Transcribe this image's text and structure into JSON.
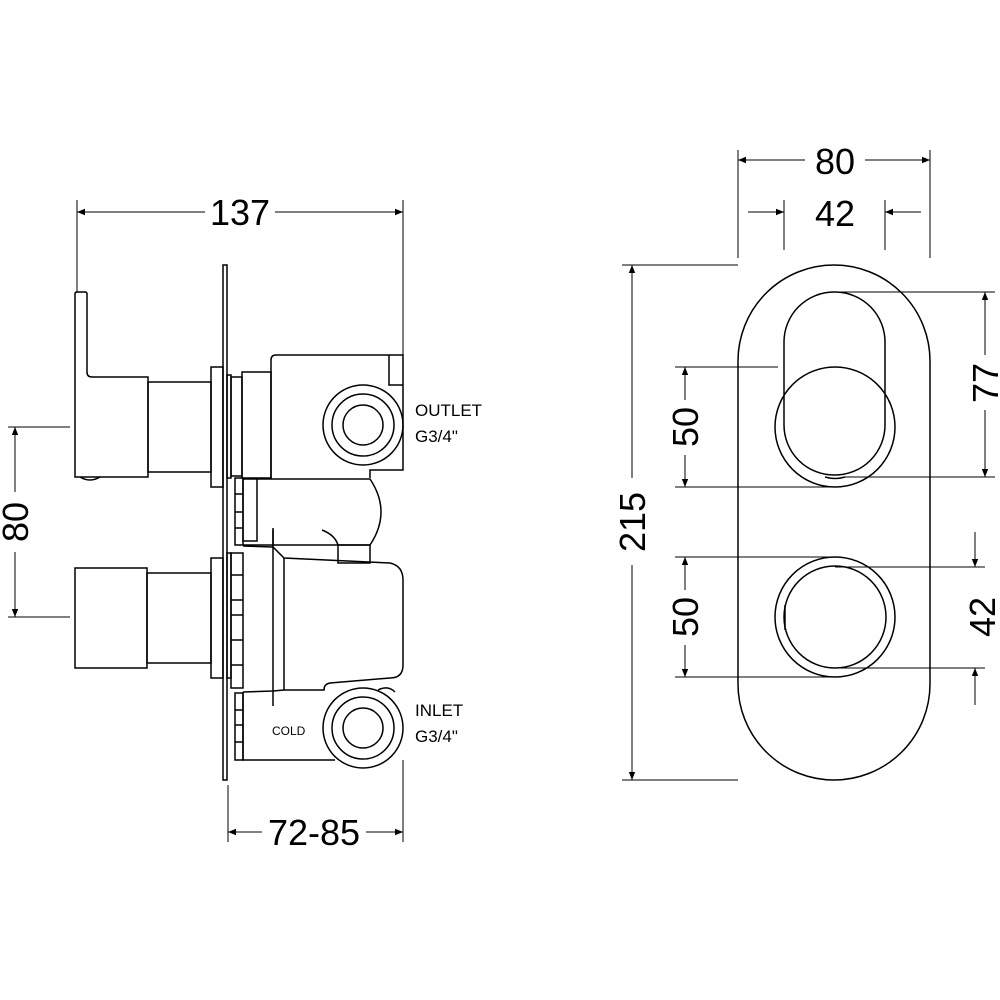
{
  "dimensions": {
    "overall_depth": "137",
    "handle_spacing_side": "80",
    "wall_depth_range": "72-85",
    "plate_width": "80",
    "handle_width": "42",
    "plate_height": "215",
    "upper_handle_dia": "50",
    "lower_handle_dia": "50",
    "upper_handle_length": "77",
    "lower_knob_dia": "42"
  },
  "labels": {
    "outlet": "OUTLET",
    "outlet_thread": "G3/4\"",
    "inlet": "INLET",
    "inlet_thread": "G3/4\"",
    "cold": "COLD"
  }
}
